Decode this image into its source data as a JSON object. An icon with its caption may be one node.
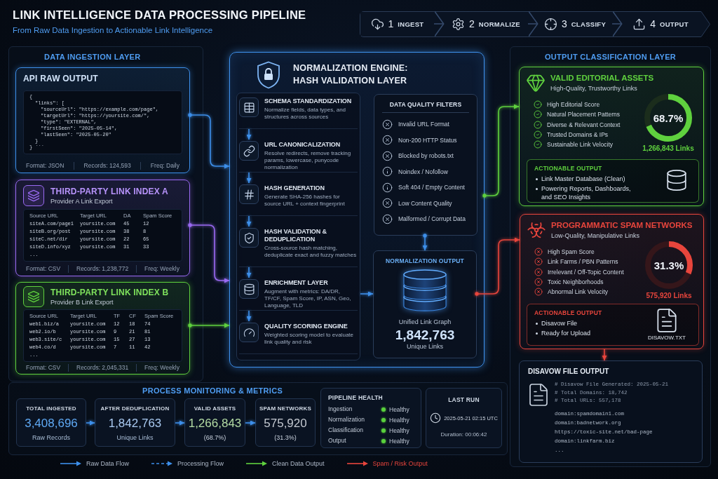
{
  "diagram": {
    "title": "LINK INTELLIGENCE DATA PROCESSING PIPELINE",
    "nodes": [
      {
        "text": [
          "1",
          "INGEST"
        ]
      },
      {
        "text": [
          "2",
          "NORMALIZE"
        ]
      },
      {
        "text": [
          "3",
          "CLASSIFY"
        ]
      },
      {
        "text": [
          "4",
          "OUTPUT"
        ]
      },
      {
        "text": [
          "DATA INGESTION LAYER"
        ]
      },
      {
        "text": [
          "API RAW OUTPUT",
          "{",
          "\"links\": [",
          "\"sourceUrl\": \"https://example.com/page\",",
          "\"targetUrl\": \"https://yoursite.com/\",",
          "\"type\": \"EXTERNAL\",",
          "\"firstSeen\": \"2025-05-14\",",
          "\"lastSeen\": \"2025-05-20\"",
          "}",
          "} ```",
          "Format: JSON",
          "Records: 124,593",
          "Freq: Daily"
        ],
        "in": 4
      },
      {
        "text": [
          "THIRD-PARTY LINK INDEX A",
          "Provider A Link Export",
          "Source URL",
          "Target URL",
          "DA",
          "Spam Score",
          "siteA.com/page1",
          "yoursite.com",
          "45",
          "12",
          "siteB.org/post",
          "yoursite.com",
          "38",
          "8",
          "siteC.net/dir",
          "yoursite.com",
          "22",
          "65",
          "siteD.info/xyz",
          "yoursite.com",
          "31",
          "33",
          "...",
          "Format: CSV",
          "Records: 1,238,772",
          "Freq: Weekly"
        ],
        "in": 4
      },
      {
        "text": [
          "THIRD-PARTY LINK INDEX B",
          "Provider B Link Export",
          "Source URL",
          "Target URL",
          "TF",
          "CF",
          "Spam Score",
          "web1.biz/a",
          "yoursite.com",
          "12",
          "18",
          "74",
          "web2.io/b",
          "yoursite.com",
          "9",
          "21",
          "81",
          "web3.site/c",
          "yoursite.com",
          "15",
          "27",
          "13",
          "web4.co/d",
          "yoursite.com",
          "7",
          "11",
          "42",
          "...",
          "Format: CSV",
          "Records: 2,045,331",
          "Freq: Weekly"
        ],
        "in": 4
      },
      {
        "text": [
          "NORMALIZATION ENGINE: HASH VALIDATION LAYER"
        ]
      },
      {
        "text": [],
        "shape": "box",
        "in": 8
      },
      {
        "text": [
          "SCHEMA STANDARDIZATION",
          "Normalize fields, data types, and structures across sources"
        ],
        "in": 9
      },
      {
        "text": [
          "URL CANONICALIZATION",
          "Resolve redirects, remove tracking params, lowercase, punycode normalization"
        ],
        "in": 9
      },
      {
        "text": [
          "HASH GENERATION",
          "Generate SHA-256 hashes for source URL + context fingerprint"
        ],
        "in": 9
      },
      {
        "text": [
          "HASH VALIDATION & DEDUPLICATION",
          "Cross-source hash matching, deduplicate exact and fuzzy matches"
        ],
        "in": 9
      },
      {
        "text": [
          "ENRICHMENT LAYER",
          "Augment with metrics: DA/DR, TF/CF, Spam Score, IP, ASN, Geo, Language, TLD"
        ],
        "in": 9
      },
      {
        "text": [
          "QUALITY SCORING ENGINE",
          "Weighted scoring model to evaluate link quality and risk"
        ],
        "in": 9
      },
      {
        "text": [
          "DATA QUALITY FILTERS",
          "Invalid URL Format",
          "Non-200 HTTP Status",
          "Blocked by robots.txt",
          "Noindex / Nofollow",
          "Soft 404 / Empty Content",
          "Low Content Quality",
          "Malformed / Corrupt Data"
        ],
        "in": 8
      },
      {
        "text": [
          "NORMALIZATION OUTPUT",
          "Unified Link Graph",
          "1,842,763",
          "Unique Links"
        ],
        "in": 8
      },
      {
        "text": [
          "OUTPUT CLASSIFICATION LAYER"
        ]
      },
      {
        "text": [
          "VALID EDITORIAL ASSETS",
          "High-Quality, Trustworthy Links",
          "High Editorial Score",
          "Natural Placement Patterns",
          "Diverse & Relevant Context",
          "Trusted Domains & IPs",
          "Sustainable Link Velocity",
          "68.7%",
          "1,266,843 Links"
        ],
        "in": 18
      },
      {
        "text": [
          "ACTIONABLE OUTPUT",
          "Link Master Database (Clean)",
          "Powering Reports, Dashboards, and SEO Insights"
        ],
        "in": 19
      },
      {
        "text": [
          "PROGRAMMATIC SPAM NETWORKS",
          "Low-Quality, Manipulative Links",
          "High Spam Score",
          "Link Farms / PBN Patterns",
          "Irrelevant / Off-Topic Content",
          "Toxic Neighborhoods",
          "Abnormal Link Velocity",
          "31.3%",
          "575,920 Links"
        ],
        "in": 18
      },
      {
        "text": [
          "ACTIONABLE OUTPUT",
          "Disavow File",
          "Ready for Upload",
          "DISAVOW.TXT"
        ],
        "in": 21
      },
      {
        "text": [
          "DISAVOW FILE OUTPUT",
          "# Disavow File Generated: 2025-05-21",
          "# Total Domains: 18,742",
          "# Total URLs: 557,178",
          "domain:spamdomain1.com",
          "domain:badnetwork.org",
          "https://toxic-site.net/bad-page",
          "domain:linkfarm.biz",
          "..."
        ],
        "in": 18
      },
      {
        "text": [
          "PROCESS MONITORING & METRICS"
        ]
      },
      {
        "text": [
          "TOTAL INGESTED",
          "3,408,696",
          "Raw Records"
        ],
        "in": 24
      },
      {
        "text": [
          "AFTER DEDUPLICATION",
          "1,842,763",
          "Unique Links"
        ],
        "in": 24
      },
      {
        "text": [
          "VALID ASSETS",
          "1,266,843",
          "(68.7%)"
        ],
        "in": 24
      },
      {
        "text": [
          "SPAM NETWORKS",
          "575,920",
          "(31.3%)"
        ],
        "in": 24
      },
      {
        "text": [
          "PIPELINE HEALTH",
          "Ingestion",
          "Healthy",
          "Normalization",
          "Healthy",
          "Classification",
          "Healthy",
          "Output",
          "Healthy"
        ],
        "in": 24
      },
      {
        "text": [
          "LAST RUN",
          "2025-05-21 02:15 UTC",
          "Duration: 00:06:42"
        ],
        "in": 24
      }
    ],
    "edges": [
      {
        "from": 5,
        "to": 8,
        "arrow": "to"
      },
      {
        "from": 6,
        "to": 8,
        "arrow": "to",
        "color": "#9a6af2"
      },
      {
        "from": 7,
        "to": 8,
        "arrow": "to",
        "color": "#5fd13e"
      },
      {
        "from": 10,
        "to": 11,
        "arrow": "to"
      },
      {
        "from": 11,
        "to": 12,
        "arrow": "to"
      },
      {
        "from": 12,
        "to": 13,
        "arrow": "to"
      },
      {
        "from": 13,
        "to": 14,
        "arrow": "to"
      },
      {
        "from": 14,
        "to": 15,
        "arrow": "to"
      },
      {
        "from": 16,
        "to": 17,
        "arrow": "to"
      },
      {
        "from": 9,
        "to": 17,
        "arrow": "to"
      },
      {
        "from": 8,
        "to": 19,
        "arrow": "to",
        "color": "#5fd13e"
      },
      {
        "from": 17,
        "to": 21,
        "arrow": "to",
        "color": "#e8453c"
      },
      {
        "from": 21,
        "to": 23,
        "arrow": "to",
        "color": "#e8453c"
      },
      {
        "from": 25,
        "to": 26,
        "arrow": "to"
      },
      {
        "from": 26,
        "to": 27,
        "arrow": "to"
      },
      {
        "from": 27,
        "to": 28,
        "arrow": "to"
      },
      {
        "from": 0,
        "to": 1,
        "arrow": "to",
        "color": "#34496a"
      },
      {
        "from": 1,
        "to": 2,
        "arrow": "to",
        "color": "#34496a"
      },
      {
        "from": 2,
        "to": 3,
        "arrow": "to",
        "color": "#34496a"
      }
    ],
    "labels": [
      "From Raw Data Ingestion to Actionable Link Intelligence"
    ],
    "legend": [
      {
        "text": "Raw Data Flow"
      },
      {
        "text": "Processing Flow"
      },
      {
        "text": "Clean Data Output"
      },
      {
        "text": "Spam / Risk Output"
      }
    ]
  }
}
